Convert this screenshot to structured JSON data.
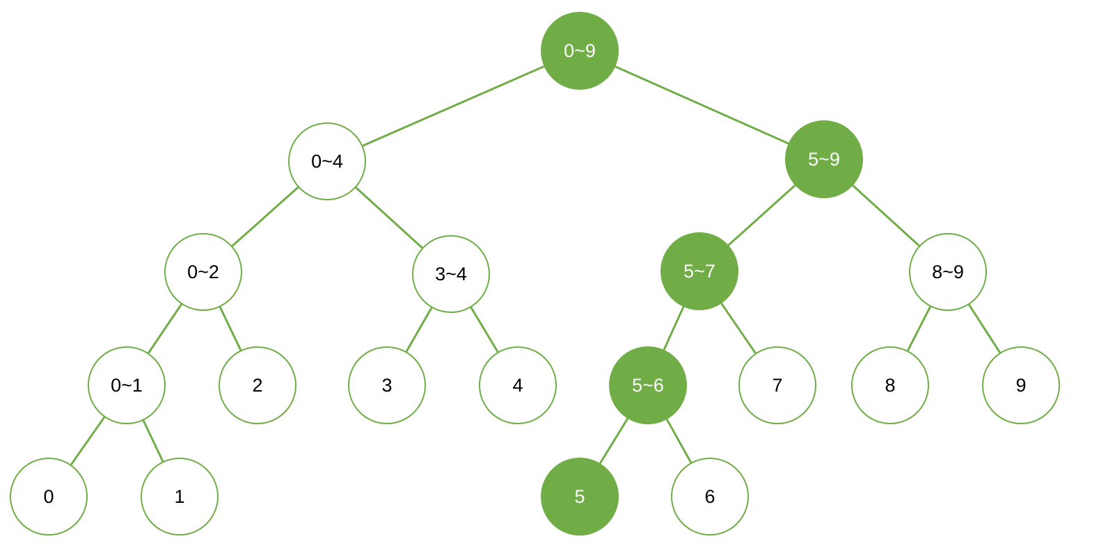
{
  "colors": {
    "accent": "#70ad47",
    "highlight_fill": "#70ad47",
    "normal_fill": "#ffffff",
    "highlight_text": "#ffffff",
    "normal_text": "#000000"
  },
  "tree": {
    "nodes": [
      {
        "id": "n0-9",
        "label": "0~9",
        "highlighted": true
      },
      {
        "id": "n0-4",
        "label": "0~4",
        "highlighted": false
      },
      {
        "id": "n5-9",
        "label": "5~9",
        "highlighted": true
      },
      {
        "id": "n0-2",
        "label": "0~2",
        "highlighted": false
      },
      {
        "id": "n3-4",
        "label": "3~4",
        "highlighted": false
      },
      {
        "id": "n5-7",
        "label": "5~7",
        "highlighted": true
      },
      {
        "id": "n8-9",
        "label": "8~9",
        "highlighted": false
      },
      {
        "id": "n0-1",
        "label": "0~1",
        "highlighted": false
      },
      {
        "id": "n2",
        "label": "2",
        "highlighted": false
      },
      {
        "id": "n3",
        "label": "3",
        "highlighted": false
      },
      {
        "id": "n4",
        "label": "4",
        "highlighted": false
      },
      {
        "id": "n5-6",
        "label": "5~6",
        "highlighted": true
      },
      {
        "id": "n7",
        "label": "7",
        "highlighted": false
      },
      {
        "id": "n8",
        "label": "8",
        "highlighted": false
      },
      {
        "id": "n9",
        "label": "9",
        "highlighted": false
      },
      {
        "id": "n0",
        "label": "0",
        "highlighted": false
      },
      {
        "id": "n1",
        "label": "1",
        "highlighted": false
      },
      {
        "id": "n5",
        "label": "5",
        "highlighted": true
      },
      {
        "id": "n6",
        "label": "6",
        "highlighted": false
      }
    ],
    "edges": [
      [
        "n0-9",
        "n0-4"
      ],
      [
        "n0-9",
        "n5-9"
      ],
      [
        "n0-4",
        "n0-2"
      ],
      [
        "n0-4",
        "n3-4"
      ],
      [
        "n5-9",
        "n5-7"
      ],
      [
        "n5-9",
        "n8-9"
      ],
      [
        "n0-2",
        "n0-1"
      ],
      [
        "n0-2",
        "n2"
      ],
      [
        "n3-4",
        "n3"
      ],
      [
        "n3-4",
        "n4"
      ],
      [
        "n5-7",
        "n5-6"
      ],
      [
        "n5-7",
        "n7"
      ],
      [
        "n8-9",
        "n8"
      ],
      [
        "n8-9",
        "n9"
      ],
      [
        "n0-1",
        "n0"
      ],
      [
        "n0-1",
        "n1"
      ],
      [
        "n5-6",
        "n5"
      ],
      [
        "n5-6",
        "n6"
      ]
    ]
  }
}
